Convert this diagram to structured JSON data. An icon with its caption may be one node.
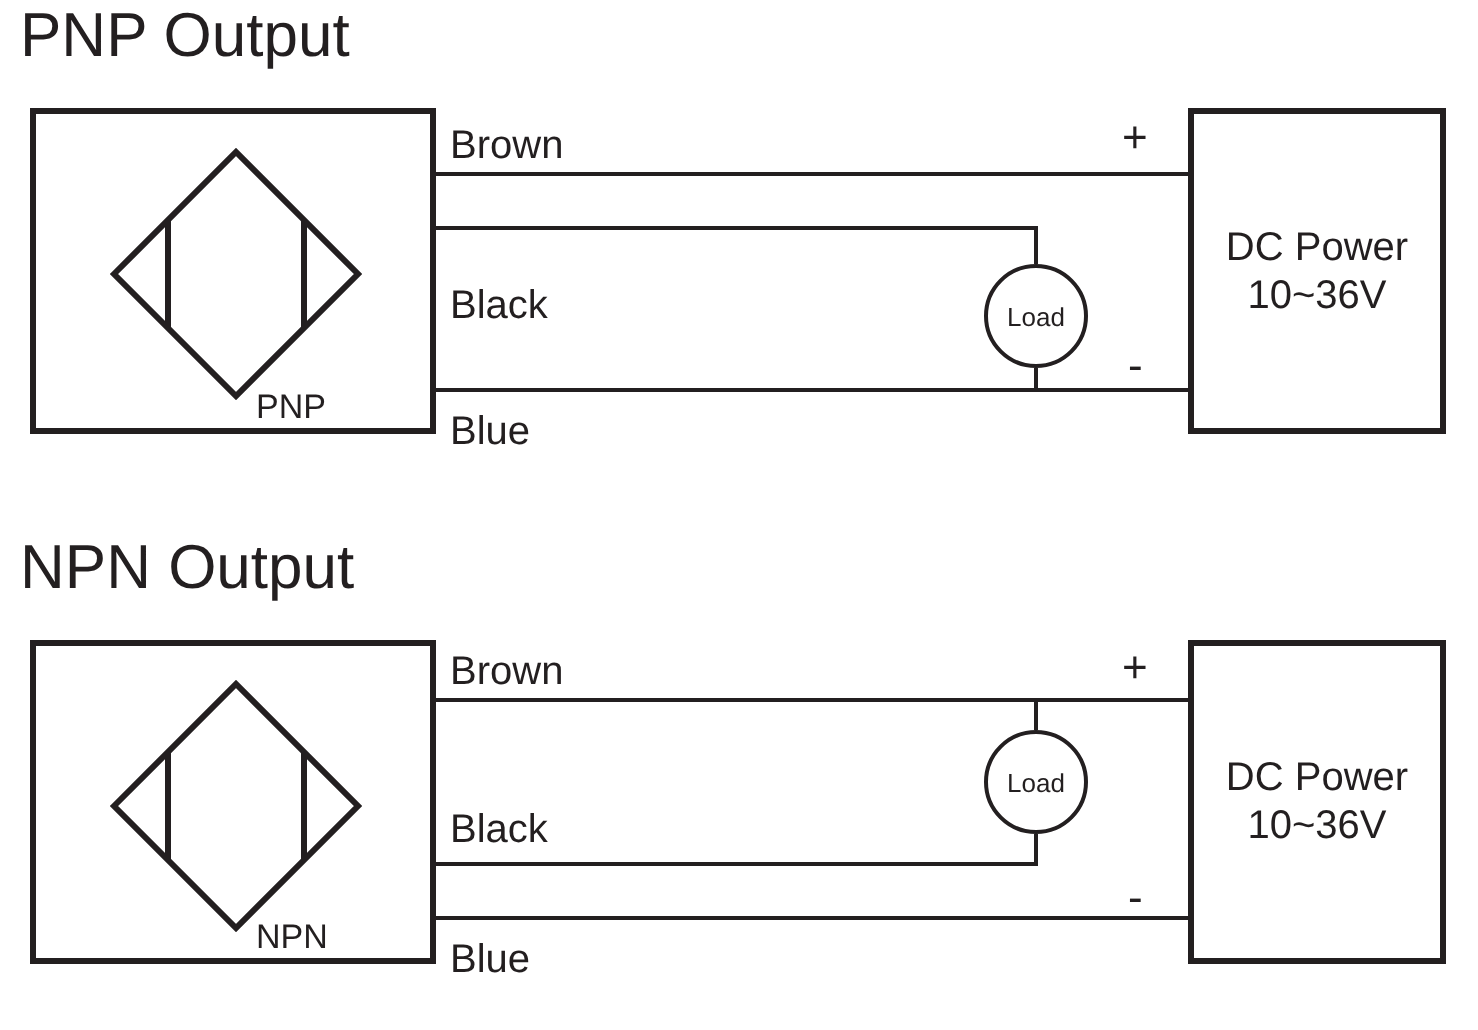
{
  "diagram": {
    "nodes": [
      {
        "text": [
          "PNP"
        ]
      },
      {
        "text": [
          "DC Power 10~36V"
        ]
      },
      {
        "text": [
          "Load"
        ]
      },
      {
        "text": [
          "NPN"
        ]
      },
      {
        "text": [
          "DC Power 10~36V"
        ]
      },
      {
        "text": [
          "Load"
        ]
      }
    ],
    "edges": [
      {
        "from": 0,
        "to": 1,
        "arrow": "none",
        "label": "Brown"
      },
      {
        "from": 0,
        "to": 2,
        "arrow": "none",
        "label": "Black"
      },
      {
        "from": 0,
        "to": 1,
        "arrow": "none",
        "label": "Blue"
      },
      {
        "from": 2,
        "to": 1,
        "arrow": "none"
      },
      {
        "from": 3,
        "to": 4,
        "arrow": "none",
        "label": "Brown"
      },
      {
        "from": 3,
        "to": 5,
        "arrow": "none",
        "label": "Black"
      },
      {
        "from": 3,
        "to": 4,
        "arrow": "none",
        "label": "Blue"
      },
      {
        "from": 5,
        "to": 4,
        "arrow": "none"
      }
    ],
    "labels": [
      "PNP Output",
      "+",
      "-",
      "NPN Output",
      "+",
      "-"
    ]
  }
}
